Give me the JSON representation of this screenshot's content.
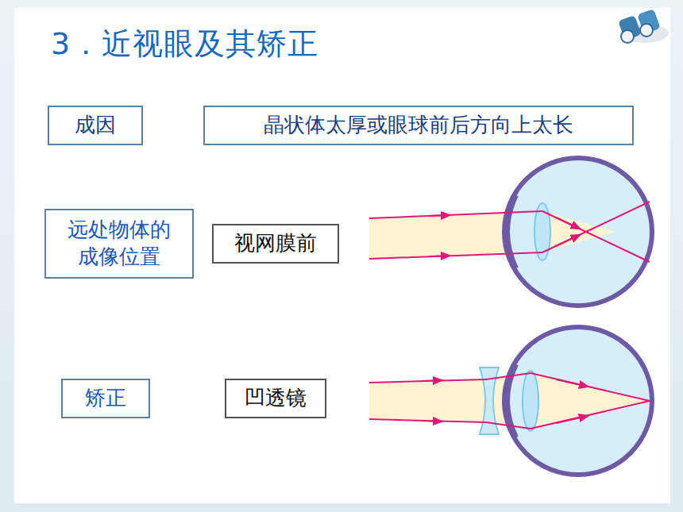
{
  "diagram": {
    "title": "3．近视眼及其矫正",
    "nodes": [
      {
        "text": [
          "成因"
        ]
      },
      {
        "text": [
          "晶状体太厚或眼球前后方向上太长"
        ]
      },
      {
        "text": [
          "远处物体的成像位置"
        ]
      },
      {
        "text": [
          "视网膜前"
        ]
      },
      {
        "text": [
          "矫正"
        ]
      },
      {
        "text": [
          "凹透镜"
        ]
      }
    ]
  }
}
